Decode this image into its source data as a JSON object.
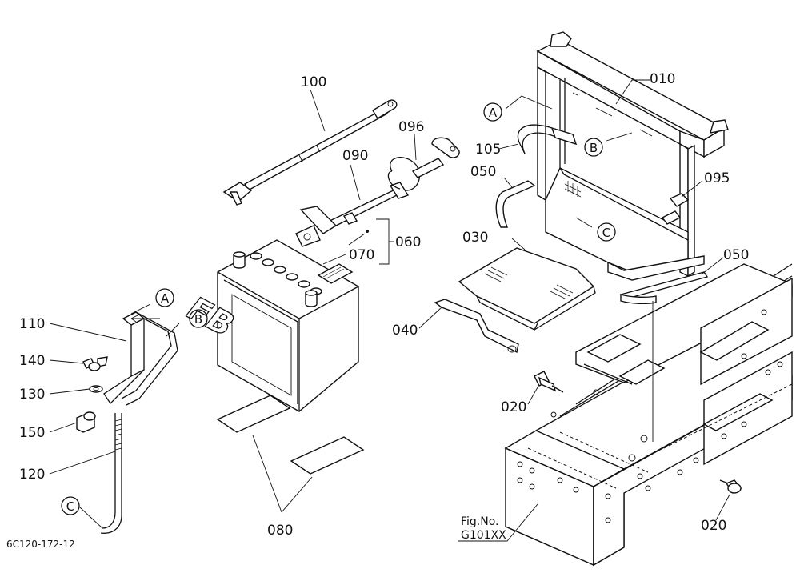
{
  "figure": {
    "drawing_code": "6C120-172-12",
    "fig_no_label": "Fig.No.",
    "fig_no_value": "G101XX",
    "battery_brand": "FB"
  },
  "part_labels": {
    "p010": "010",
    "p020a": "020",
    "p020b": "020",
    "p030": "030",
    "p040": "040",
    "p050a": "050",
    "p050b": "050",
    "p060": "060",
    "p070": "070",
    "p080": "080",
    "p090": "090",
    "p095": "095",
    "p096": "096",
    "p100": "100",
    "p105": "105",
    "p110": "110",
    "p120": "120",
    "p130": "130",
    "p140": "140",
    "p150": "150"
  },
  "reference_letters": {
    "a1": "A",
    "a2": "A",
    "b1": "B",
    "b2": "B",
    "c1": "C",
    "c2": "C"
  }
}
